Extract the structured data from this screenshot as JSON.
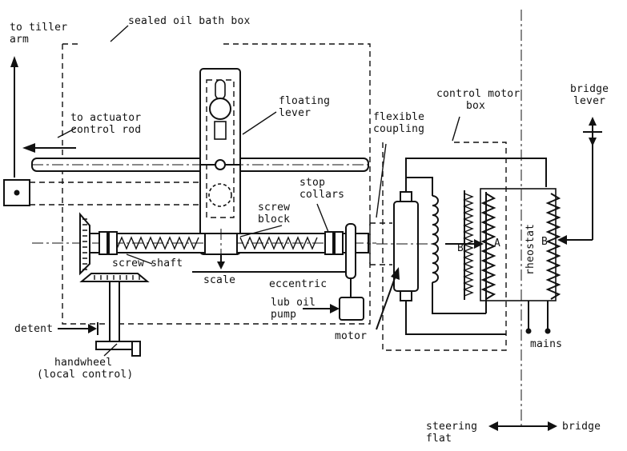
{
  "labels": {
    "to_tiller_arm": [
      "to tiller",
      "arm"
    ],
    "sealed_box": "sealed oil bath box",
    "to_actuator": [
      "to actuator",
      "control rod"
    ],
    "floating_lever": [
      "floating",
      "lever"
    ],
    "flexible_coupling": [
      "flexible",
      "coupling"
    ],
    "control_motor_box": [
      "control motor",
      "box"
    ],
    "bridge_lever": [
      "bridge",
      "lever"
    ],
    "stop_collars": [
      "stop",
      "collars"
    ],
    "screw_block": [
      "screw",
      "block"
    ],
    "screw_shaft": "screw shaft",
    "scale": "scale",
    "eccentric": "eccentric",
    "lub_oil_pump": [
      "lub oil",
      "pump"
    ],
    "detent": "detent",
    "handwheel": [
      "handwheel",
      "(local control)"
    ],
    "motor": "motor",
    "mains": "mains",
    "rheostat": "rheostat",
    "point_a": "A",
    "point_b_left": "B",
    "point_b_right": "B",
    "steering_flat": [
      "steering",
      "flat"
    ],
    "bridge": "bridge"
  }
}
